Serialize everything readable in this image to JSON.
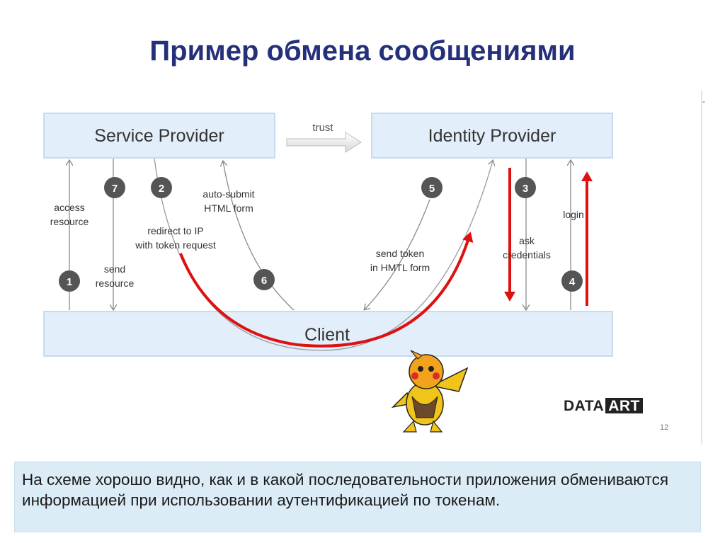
{
  "slide": {
    "title": "Пример обмена сообщениями",
    "page_number": "12",
    "logo_text": "DATAART"
  },
  "diagram": {
    "boxes": {
      "service_provider": "Service Provider",
      "identity_provider": "Identity Provider",
      "client": "Client"
    },
    "trust_label": "trust",
    "steps": [
      {
        "num": "1",
        "label": [
          "access",
          "resource"
        ]
      },
      {
        "num": "7",
        "label": [
          "send",
          "resource"
        ]
      },
      {
        "num": "2",
        "label": [
          "redirect to IP",
          "with token request"
        ]
      },
      {
        "num": "6",
        "label": [
          "auto-submit",
          "HTML form"
        ]
      },
      {
        "num": "5",
        "label": [
          "send token",
          "in HMTL form"
        ]
      },
      {
        "num": "3",
        "label": [
          "ask",
          "credentials"
        ]
      },
      {
        "num": "4",
        "label": [
          "login"
        ]
      }
    ],
    "colors": {
      "box_fill": "#e2eef9",
      "box_stroke": "#b8d3ec",
      "arrow": "#8a8a8a",
      "red_arrow": "#dd1111",
      "step_badge": "#555555"
    }
  },
  "caption": "На схеме хорошо видно, как и в какой последовательности приложения обмениваются информацией при использовании аутентификацией по токенам."
}
